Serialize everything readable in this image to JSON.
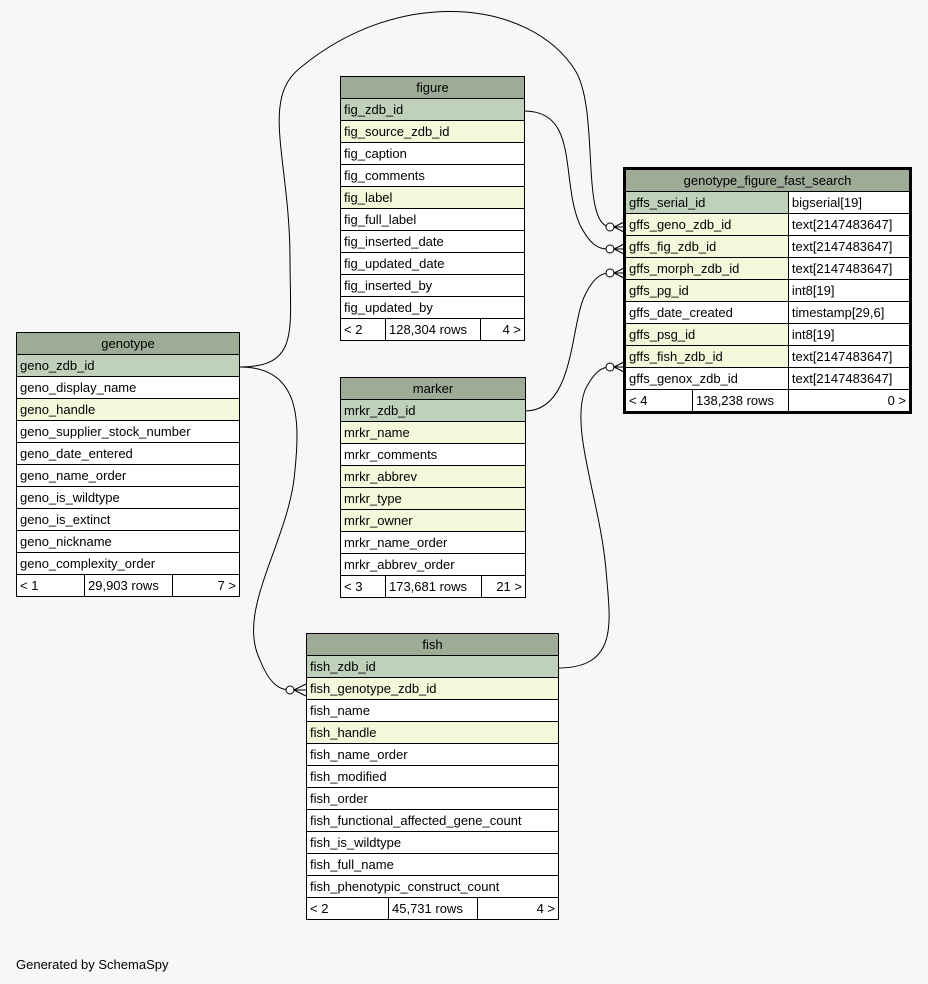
{
  "credit": "Generated by SchemaSpy",
  "tables": {
    "figure": {
      "name": "figure",
      "columns": [
        {
          "name": "fig_zdb_id",
          "kind": "pk"
        },
        {
          "name": "fig_source_zdb_id",
          "kind": "fk"
        },
        {
          "name": "fig_caption",
          "kind": "plain"
        },
        {
          "name": "fig_comments",
          "kind": "plain"
        },
        {
          "name": "fig_label",
          "kind": "fk"
        },
        {
          "name": "fig_full_label",
          "kind": "plain"
        },
        {
          "name": "fig_inserted_date",
          "kind": "plain"
        },
        {
          "name": "fig_updated_date",
          "kind": "plain"
        },
        {
          "name": "fig_inserted_by",
          "kind": "plain"
        },
        {
          "name": "fig_updated_by",
          "kind": "plain"
        }
      ],
      "footer": {
        "parents": "< 2",
        "rows": "128,304 rows",
        "children": "4 >"
      }
    },
    "marker": {
      "name": "marker",
      "columns": [
        {
          "name": "mrkr_zdb_id",
          "kind": "pk"
        },
        {
          "name": "mrkr_name",
          "kind": "fk"
        },
        {
          "name": "mrkr_comments",
          "kind": "plain"
        },
        {
          "name": "mrkr_abbrev",
          "kind": "fk"
        },
        {
          "name": "mrkr_type",
          "kind": "fk"
        },
        {
          "name": "mrkr_owner",
          "kind": "fk"
        },
        {
          "name": "mrkr_name_order",
          "kind": "plain"
        },
        {
          "name": "mrkr_abbrev_order",
          "kind": "plain"
        }
      ],
      "footer": {
        "parents": "< 3",
        "rows": "173,681 rows",
        "children": "21 >"
      }
    },
    "genotype": {
      "name": "genotype",
      "columns": [
        {
          "name": "geno_zdb_id",
          "kind": "pk"
        },
        {
          "name": "geno_display_name",
          "kind": "plain"
        },
        {
          "name": "geno_handle",
          "kind": "fk"
        },
        {
          "name": "geno_supplier_stock_number",
          "kind": "plain"
        },
        {
          "name": "geno_date_entered",
          "kind": "plain"
        },
        {
          "name": "geno_name_order",
          "kind": "plain"
        },
        {
          "name": "geno_is_wildtype",
          "kind": "plain"
        },
        {
          "name": "geno_is_extinct",
          "kind": "plain"
        },
        {
          "name": "geno_nickname",
          "kind": "plain"
        },
        {
          "name": "geno_complexity_order",
          "kind": "plain"
        }
      ],
      "footer": {
        "parents": "< 1",
        "rows": "29,903 rows",
        "children": "7 >"
      }
    },
    "fish": {
      "name": "fish",
      "columns": [
        {
          "name": "fish_zdb_id",
          "kind": "pk"
        },
        {
          "name": "fish_genotype_zdb_id",
          "kind": "fk"
        },
        {
          "name": "fish_name",
          "kind": "plain"
        },
        {
          "name": "fish_handle",
          "kind": "fk"
        },
        {
          "name": "fish_name_order",
          "kind": "plain"
        },
        {
          "name": "fish_modified",
          "kind": "plain"
        },
        {
          "name": "fish_order",
          "kind": "plain"
        },
        {
          "name": "fish_functional_affected_gene_count",
          "kind": "plain"
        },
        {
          "name": "fish_is_wildtype",
          "kind": "plain"
        },
        {
          "name": "fish_full_name",
          "kind": "plain"
        },
        {
          "name": "fish_phenotypic_construct_count",
          "kind": "plain"
        }
      ],
      "footer": {
        "parents": "< 2",
        "rows": "45,731 rows",
        "children": "4 >"
      }
    },
    "gffs": {
      "name": "genotype_figure_fast_search",
      "columns": [
        {
          "name": "gffs_serial_id",
          "type": "bigserial[19]",
          "kind": "pk"
        },
        {
          "name": "gffs_geno_zdb_id",
          "type": "text[2147483647]",
          "kind": "fk"
        },
        {
          "name": "gffs_fig_zdb_id",
          "type": "text[2147483647]",
          "kind": "fk"
        },
        {
          "name": "gffs_morph_zdb_id",
          "type": "text[2147483647]",
          "kind": "fk"
        },
        {
          "name": "gffs_pg_id",
          "type": "int8[19]",
          "kind": "fk"
        },
        {
          "name": "gffs_date_created",
          "type": "timestamp[29,6]",
          "kind": "plain"
        },
        {
          "name": "gffs_psg_id",
          "type": "int8[19]",
          "kind": "fk"
        },
        {
          "name": "gffs_fish_zdb_id",
          "type": "text[2147483647]",
          "kind": "fk"
        },
        {
          "name": "gffs_genox_zdb_id",
          "type": "text[2147483647]",
          "kind": "plain"
        }
      ],
      "footer": {
        "parents": "< 4",
        "rows": "138,238 rows",
        "children": "0 >"
      }
    }
  }
}
